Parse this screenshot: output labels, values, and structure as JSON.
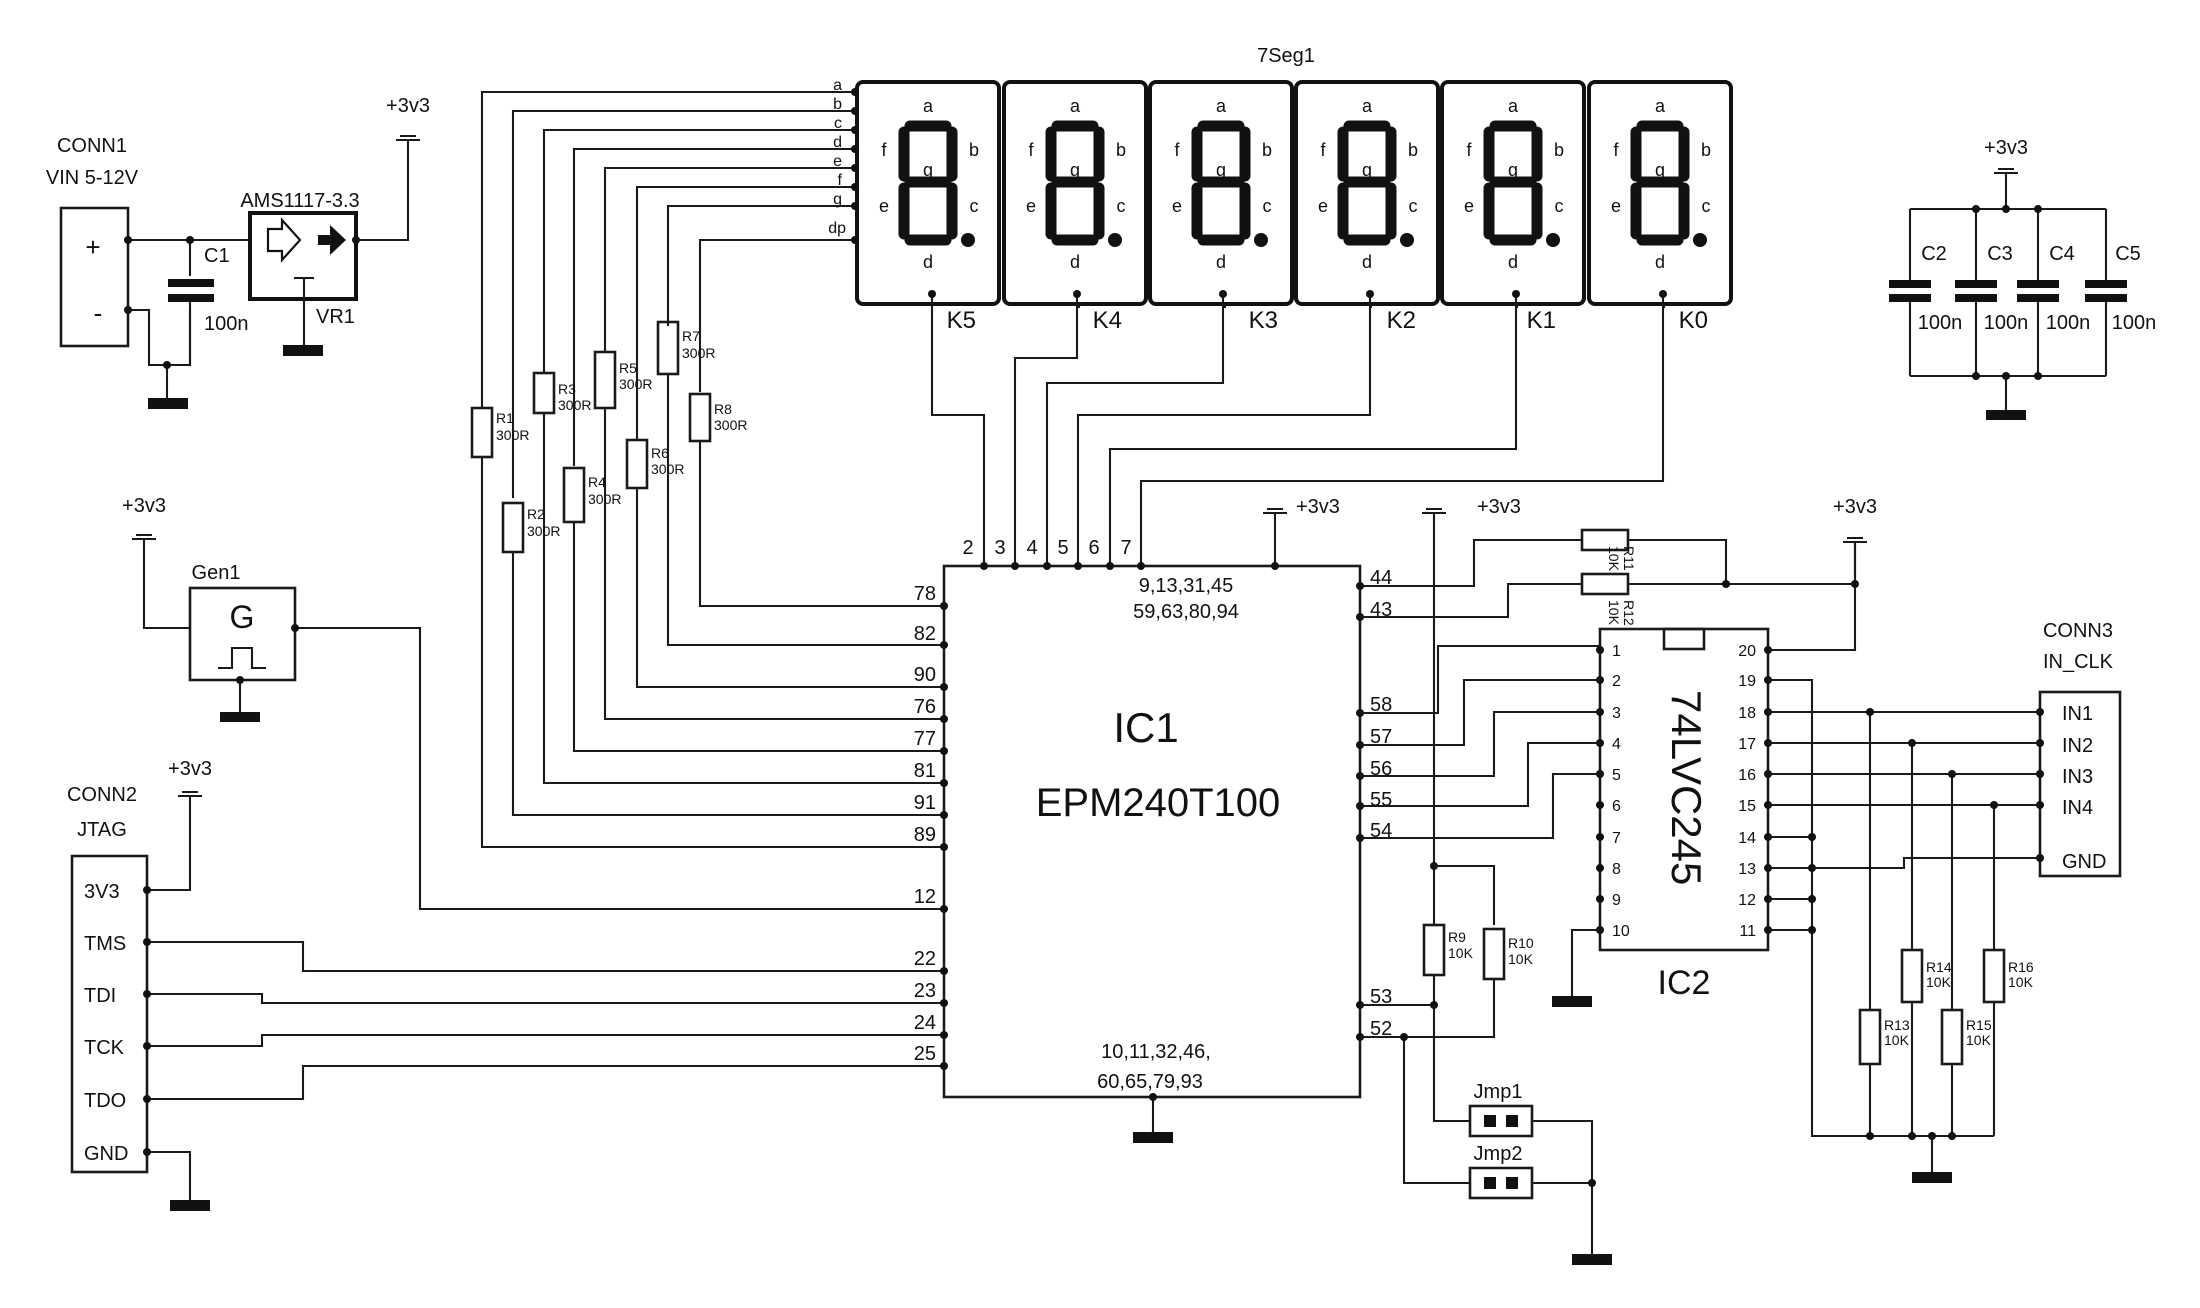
{
  "schematic": {
    "display": {
      "ref": "7Seg1",
      "segment_lines": [
        "a",
        "b",
        "c",
        "d",
        "e",
        "f",
        "g",
        "dp"
      ],
      "digits": [
        {
          "commons": "K5"
        },
        {
          "commons": "K4"
        },
        {
          "commons": "K3"
        },
        {
          "commons": "K2"
        },
        {
          "commons": "K1"
        },
        {
          "commons": "K0"
        }
      ],
      "seg_letters": {
        "a": "a",
        "b": "b",
        "c": "c",
        "d": "d",
        "e": "e",
        "f": "f",
        "g": "g"
      }
    },
    "power": {
      "conn_ref": "CONN1",
      "conn_label": "VIN 5-12V",
      "plus": "+",
      "minus": "-",
      "c1_ref": "C1",
      "c1_val": "100n",
      "reg_part": "AMS1117-3.3",
      "reg_ref": "VR1",
      "rail": "+3v3"
    },
    "decoupling": {
      "rail": "+3v3",
      "caps": [
        {
          "ref": "C2",
          "val": "100n"
        },
        {
          "ref": "C3",
          "val": "100n"
        },
        {
          "ref": "C4",
          "val": "100n"
        },
        {
          "ref": "C5",
          "val": "100n"
        }
      ]
    },
    "segment_resistors": [
      {
        "ref": "R1",
        "val": "300R"
      },
      {
        "ref": "R2",
        "val": "300R"
      },
      {
        "ref": "R3",
        "val": "300R"
      },
      {
        "ref": "R4",
        "val": "300R"
      },
      {
        "ref": "R5",
        "val": "300R"
      },
      {
        "ref": "R6",
        "val": "300R"
      },
      {
        "ref": "R7",
        "val": "300R"
      },
      {
        "ref": "R8",
        "val": "300R"
      }
    ],
    "gen": {
      "ref": "Gen1",
      "symbol": "G",
      "rail": "+3v3"
    },
    "jtag": {
      "ref": "CONN2",
      "name": "JTAG",
      "rail": "+3v3",
      "pins": [
        "3V3",
        "TMS",
        "TDI",
        "TCK",
        "TDO",
        "GND"
      ]
    },
    "cpld": {
      "ref": "IC1",
      "part": "EPM240T100",
      "rail": "+3v3",
      "vcc_pins": [
        "9,13,31,45",
        "59,63,80,94"
      ],
      "gnd_pins": [
        "10,11,32,46,",
        "60,65,79,93"
      ],
      "top_pins": [
        "2",
        "3",
        "4",
        "5",
        "6",
        "7"
      ],
      "left_pins": [
        "78",
        "82",
        "90",
        "76",
        "77",
        "81",
        "91",
        "89",
        "12",
        "22",
        "23",
        "24",
        "25"
      ],
      "right_pins": [
        "44",
        "43",
        "58",
        "57",
        "56",
        "55",
        "54",
        "53",
        "52"
      ]
    },
    "buffer": {
      "ref": "IC2",
      "part": "74LVC245",
      "left_pins": [
        "1",
        "2",
        "3",
        "4",
        "5",
        "6",
        "7",
        "8",
        "9",
        "10"
      ],
      "right_pins": [
        "20",
        "19",
        "18",
        "17",
        "16",
        "15",
        "14",
        "13",
        "12",
        "11"
      ],
      "r11": {
        "ref": "R11",
        "val": "10K"
      },
      "r12": {
        "ref": "R12",
        "val": "10K"
      },
      "rail": "+3v3"
    },
    "jumpers": {
      "rail": "+3v3",
      "r9": {
        "ref": "R9",
        "val": "10K"
      },
      "r10": {
        "ref": "R10",
        "val": "10K"
      },
      "jmp1": "Jmp1",
      "jmp2": "Jmp2"
    },
    "input_conn": {
      "ref": "CONN3",
      "name": "IN_CLK",
      "pins": [
        "IN1",
        "IN2",
        "IN3",
        "IN4",
        "GND"
      ],
      "resistors": [
        {
          "ref": "R13",
          "val": "10K"
        },
        {
          "ref": "R14",
          "val": "10K"
        },
        {
          "ref": "R15",
          "val": "10K"
        },
        {
          "ref": "R16",
          "val": "10K"
        }
      ]
    }
  }
}
